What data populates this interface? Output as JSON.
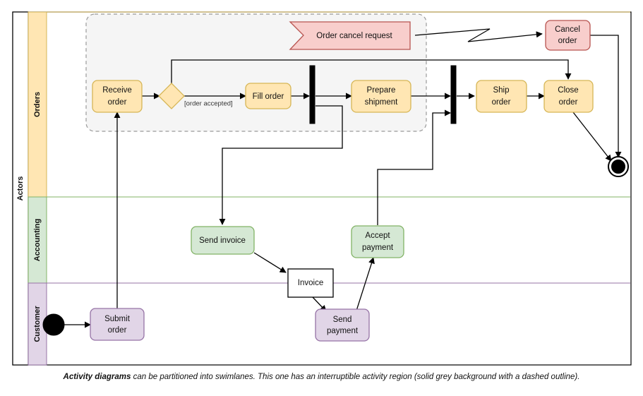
{
  "diagram": {
    "title": "UML Activity Diagram with Swimlanes",
    "pool_label": "Actors",
    "lanes": [
      {
        "name": "Orders",
        "header_fill": "#ffe6b3",
        "header_stroke": "#d6b656",
        "divider_color": "#d6b656"
      },
      {
        "name": "Accounting",
        "header_fill": "#d5e8d4",
        "header_stroke": "#82b366",
        "divider_color": "#82b366"
      },
      {
        "name": "Customer",
        "header_fill": "#e1d5e7",
        "header_stroke": "#9673a6",
        "divider_color": "#9673a6"
      }
    ],
    "region": {
      "name": "interruptible-activity-region",
      "fill": "#f5f5f5",
      "stroke": "#999999",
      "dash": "5,4"
    },
    "nodes": [
      {
        "id": "start",
        "kind": "initial-node",
        "label": "",
        "lane": "Customer"
      },
      {
        "id": "submit-order",
        "kind": "action",
        "label": "Submit order",
        "lane": "Customer",
        "fill": "#e1d5e7",
        "stroke": "#9673a6"
      },
      {
        "id": "receive-order",
        "kind": "action",
        "label": "Receive order",
        "lane": "Orders",
        "fill": "#ffe6b3",
        "stroke": "#d6b656"
      },
      {
        "id": "decision",
        "kind": "decision-node",
        "label": "",
        "lane": "Orders",
        "fill": "#ffe6b3",
        "stroke": "#d6b656"
      },
      {
        "id": "fill-order",
        "kind": "action",
        "label": "Fill order",
        "lane": "Orders",
        "fill": "#ffe6b3",
        "stroke": "#d6b656"
      },
      {
        "id": "fork-1",
        "kind": "fork-node",
        "label": "",
        "lane": "Orders",
        "fill": "#000000"
      },
      {
        "id": "prepare-shipment",
        "kind": "action",
        "label": "Prepare shipment",
        "lane": "Orders",
        "fill": "#ffe6b3",
        "stroke": "#d6b656"
      },
      {
        "id": "join-1",
        "kind": "join-node",
        "label": "",
        "lane": "Orders",
        "fill": "#000000"
      },
      {
        "id": "ship-order",
        "kind": "action",
        "label": "Ship order",
        "lane": "Orders",
        "fill": "#ffe6b3",
        "stroke": "#d6b656"
      },
      {
        "id": "close-order",
        "kind": "action",
        "label": "Close order",
        "lane": "Orders",
        "fill": "#ffe6b3",
        "stroke": "#d6b656"
      },
      {
        "id": "cancel-order",
        "kind": "action",
        "label": "Cancel order",
        "lane": "Orders",
        "fill": "#f8cecc",
        "stroke": "#b85450"
      },
      {
        "id": "order-cancel-request",
        "kind": "accept-signal-action",
        "label": "Order cancel request",
        "lane": "Orders",
        "fill": "#f8cecc",
        "stroke": "#b85450"
      },
      {
        "id": "send-invoice",
        "kind": "action",
        "label": "Send invoice",
        "lane": "Accounting",
        "fill": "#d5e8d4",
        "stroke": "#82b366"
      },
      {
        "id": "accept-payment",
        "kind": "action",
        "label": "Accept payment",
        "lane": "Accounting",
        "fill": "#d5e8d4",
        "stroke": "#82b366"
      },
      {
        "id": "invoice",
        "kind": "object-node",
        "label": "Invoice",
        "lane": "Accounting",
        "fill": "#ffffff",
        "stroke": "#000000"
      },
      {
        "id": "send-payment",
        "kind": "action",
        "label": "Send payment",
        "lane": "Customer",
        "fill": "#e1d5e7",
        "stroke": "#9673a6"
      },
      {
        "id": "final",
        "kind": "activity-final-node",
        "label": "",
        "lane": "Orders"
      }
    ],
    "edges": [
      {
        "from": "start",
        "to": "submit-order",
        "guard": ""
      },
      {
        "from": "submit-order",
        "to": "receive-order",
        "guard": ""
      },
      {
        "from": "receive-order",
        "to": "decision",
        "guard": ""
      },
      {
        "from": "decision",
        "to": "fill-order",
        "guard": "[order accepted]"
      },
      {
        "from": "decision",
        "to": "close-order",
        "guard": ""
      },
      {
        "from": "fill-order",
        "to": "fork-1",
        "guard": ""
      },
      {
        "from": "fork-1",
        "to": "prepare-shipment",
        "guard": ""
      },
      {
        "from": "fork-1",
        "to": "send-invoice",
        "guard": ""
      },
      {
        "from": "prepare-shipment",
        "to": "join-1",
        "guard": ""
      },
      {
        "from": "accept-payment",
        "to": "join-1",
        "guard": ""
      },
      {
        "from": "join-1",
        "to": "ship-order",
        "guard": ""
      },
      {
        "from": "ship-order",
        "to": "close-order",
        "guard": ""
      },
      {
        "from": "close-order",
        "to": "final",
        "guard": ""
      },
      {
        "from": "order-cancel-request",
        "to": "cancel-order",
        "guard": "",
        "style": "interrupting"
      },
      {
        "from": "cancel-order",
        "to": "final",
        "guard": ""
      },
      {
        "from": "send-invoice",
        "to": "invoice",
        "guard": ""
      },
      {
        "from": "invoice",
        "to": "send-payment",
        "guard": ""
      },
      {
        "from": "send-payment",
        "to": "accept-payment",
        "guard": ""
      }
    ],
    "guards": {
      "order_accepted": "[order accepted]"
    },
    "labels": {
      "submit_order": "Submit order",
      "receive_order_l1": "Receive",
      "receive_order_l2": "order",
      "fill_order": "Fill order",
      "prepare_shipment_l1": "Prepare",
      "prepare_shipment_l2": "shipment",
      "ship_order_l1": "Ship",
      "ship_order_l2": "order",
      "close_order_l1": "Close",
      "close_order_l2": "order",
      "cancel_order_l1": "Cancel",
      "cancel_order_l2": "order",
      "order_cancel_request": "Order cancel request",
      "send_invoice": "Send invoice",
      "accept_payment_l1": "Accept",
      "accept_payment_l2": "payment",
      "invoice": "Invoice",
      "send_payment_l1": "Send",
      "send_payment_l2": "payment",
      "submit_order_l1": "Submit",
      "submit_order_l2": "order"
    }
  },
  "caption": {
    "bold_lead": "Activity diagrams",
    "rest": " can be partitioned into swimlanes. This one has an interruptible activity region (solid grey background with a dashed outline)."
  }
}
